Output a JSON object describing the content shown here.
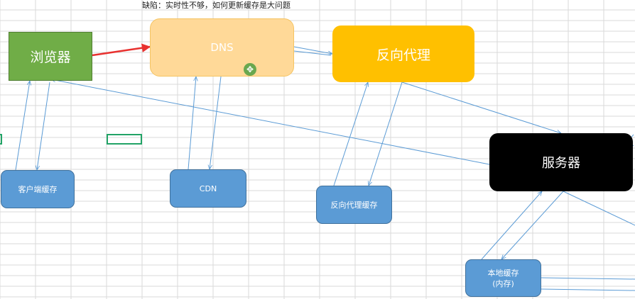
{
  "note": "缺陷：实时性不够，如何更新缓存是大问题",
  "nodes": {
    "browser": "浏览器",
    "dns": "DNS",
    "reverse_proxy": "反向代理",
    "server": "服务器",
    "client_cache": "客户端缓存",
    "cdn": "CDN",
    "reverse_proxy_cache": "反向代理缓存",
    "local_cache_line1": "本地缓存",
    "local_cache_line2": "(内存)"
  },
  "colors": {
    "browser": "#70ad47",
    "dns": "#ffd998",
    "reverse_proxy": "#ffc000",
    "server": "#000000",
    "cache": "#5b9bd5",
    "arrow": "#5b9bd5",
    "highlight_arrow": "#e8312f"
  },
  "icons": {
    "move_cursor": "move-cursor-icon"
  }
}
